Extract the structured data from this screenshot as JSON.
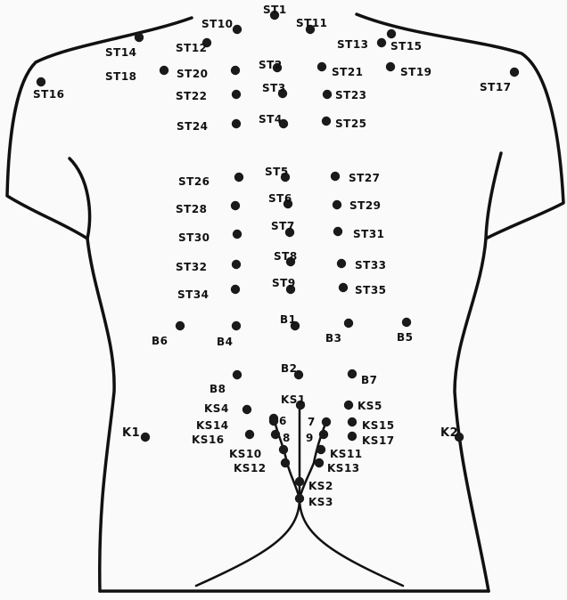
{
  "points": [
    {
      "label": "ST1"
    },
    {
      "label": "ST10"
    },
    {
      "label": "ST11"
    },
    {
      "label": "ST12"
    },
    {
      "label": "ST13"
    },
    {
      "label": "ST14"
    },
    {
      "label": "ST15"
    },
    {
      "label": "ST16"
    },
    {
      "label": "ST17"
    },
    {
      "label": "ST18"
    },
    {
      "label": "ST19"
    },
    {
      "label": "ST2"
    },
    {
      "label": "ST20"
    },
    {
      "label": "ST21"
    },
    {
      "label": "ST22"
    },
    {
      "label": "ST3"
    },
    {
      "label": "ST23"
    },
    {
      "label": "ST24"
    },
    {
      "label": "ST4"
    },
    {
      "label": "ST25"
    },
    {
      "label": "ST26"
    },
    {
      "label": "ST5"
    },
    {
      "label": "ST27"
    },
    {
      "label": "ST28"
    },
    {
      "label": "ST6"
    },
    {
      "label": "ST29"
    },
    {
      "label": "ST30"
    },
    {
      "label": "ST7"
    },
    {
      "label": "ST31"
    },
    {
      "label": "ST32"
    },
    {
      "label": "ST8"
    },
    {
      "label": "ST33"
    },
    {
      "label": "ST34"
    },
    {
      "label": "ST9"
    },
    {
      "label": "ST35"
    },
    {
      "label": "B1"
    },
    {
      "label": "B6"
    },
    {
      "label": "B4"
    },
    {
      "label": "B3"
    },
    {
      "label": "B5"
    },
    {
      "label": "B2"
    },
    {
      "label": "B8"
    },
    {
      "label": "B7"
    },
    {
      "label": "KS1"
    },
    {
      "label": "KS4"
    },
    {
      "label": "KS5"
    },
    {
      "label": "K1"
    },
    {
      "label": "K2"
    },
    {
      "label": "KS14"
    },
    {
      "label": "6"
    },
    {
      "label": "7"
    },
    {
      "label": "KS15"
    },
    {
      "label": "KS16"
    },
    {
      "label": "8"
    },
    {
      "label": "9"
    },
    {
      "label": "KS17"
    },
    {
      "label": "KS10"
    },
    {
      "label": "KS11"
    },
    {
      "label": "KS12"
    },
    {
      "label": "KS13"
    },
    {
      "label": "KS2"
    },
    {
      "label": "KS3"
    }
  ],
  "colors": {
    "outline": "#111111",
    "dot": "#1a1a1a",
    "background": "#fafafa"
  }
}
